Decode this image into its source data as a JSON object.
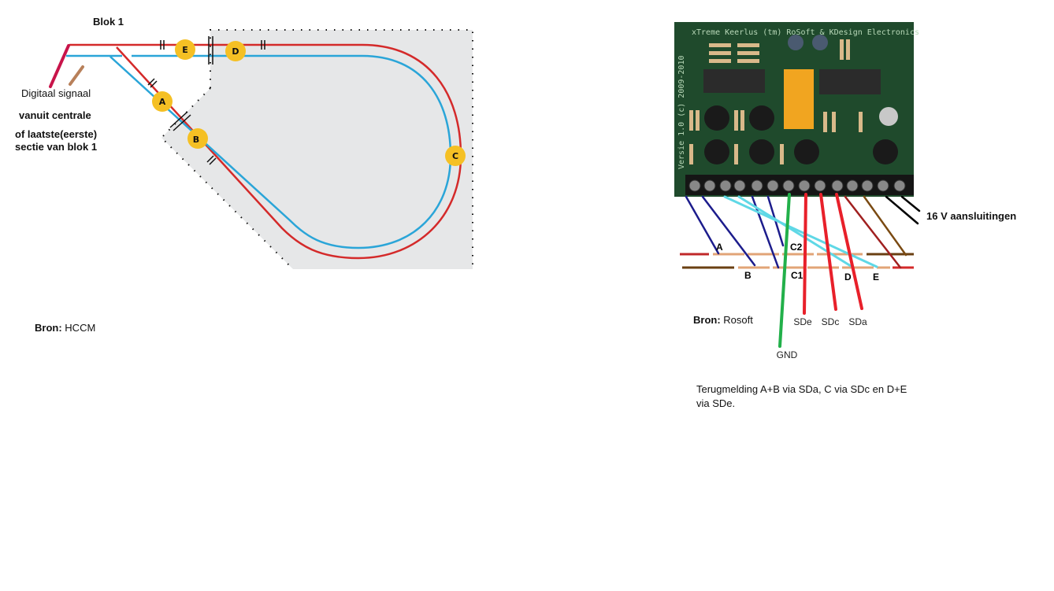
{
  "left_diagram": {
    "block_title": "Blok 1",
    "signal_label": "Digitaal signaal",
    "source_lines": [
      "vanuit centrale",
      "of laatste(eerste)",
      "sectie van blok 1"
    ],
    "sections": [
      "A",
      "B",
      "C",
      "D",
      "E"
    ],
    "credit_prefix": "Bron:",
    "credit_name": "HCCM"
  },
  "right_diagram": {
    "pcb_title": "xTreme Keerlus (tm) RoSoft & KDesign Electronics",
    "pcb_version": "Versie 1.0 (c) 2009-2010",
    "track_labels": [
      "A",
      "C2",
      "B",
      "C1",
      "D",
      "E"
    ],
    "power_label": "16 V aansluitingen",
    "wire_labels": {
      "gnd": "GND",
      "sde": "SDe",
      "sdc": "SDc",
      "sda": "SDa"
    },
    "credit_prefix": "Bron:",
    "credit_name": "Rosoft",
    "note_lines": [
      "Terugmelding A+B via SDa, C via SDc en D+E",
      "via SDe."
    ]
  },
  "colors": {
    "rail_red": "#d42a2a",
    "rail_blue": "#2aa5d8",
    "marker": "#f5c024",
    "area": "#e6e7e8",
    "pcb": "#1f4a2c"
  }
}
